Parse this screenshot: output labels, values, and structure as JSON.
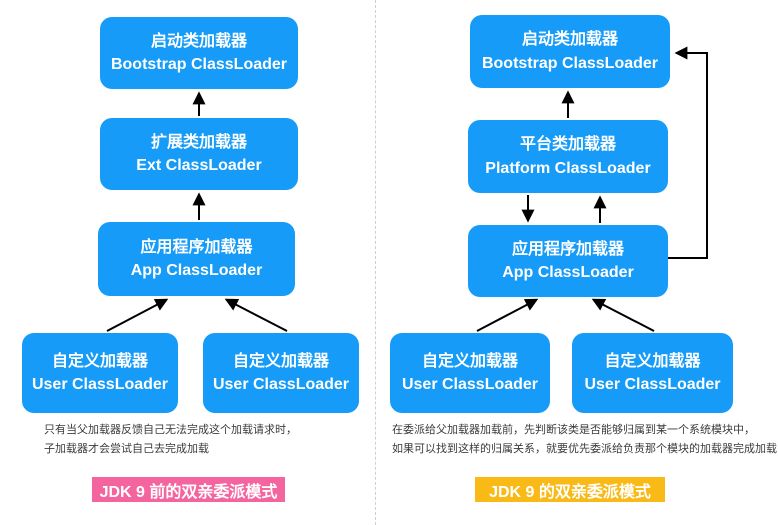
{
  "colors": {
    "box_blue": "#169BF8",
    "box_text": "#FFFFFF",
    "arrow_black": "#000000",
    "caption_gray": "#3B3B3B",
    "label_pink": "#F4649E",
    "label_yellow": "#F9B917",
    "divider_gray": "#CFCFCF"
  },
  "left_diagram": {
    "boxes": [
      {
        "zh": "启动类加载器",
        "en": "Bootstrap ClassLoader"
      },
      {
        "zh": "扩展类加载器",
        "en": "Ext ClassLoader"
      },
      {
        "zh": "应用程序加载器",
        "en": "App ClassLoader"
      },
      {
        "zh": "自定义加载器",
        "en": "User ClassLoader"
      },
      {
        "zh": "自定义加载器",
        "en": "User ClassLoader"
      }
    ],
    "caption": {
      "line1": "只有当父加载器反馈自己无法完成这个加载请求时，",
      "line2": "子加载器才会尝试自己去完成加载"
    },
    "label": "JDK 9 前的双亲委派模式"
  },
  "right_diagram": {
    "boxes": [
      {
        "zh": "启动类加载器",
        "en": "Bootstrap ClassLoader"
      },
      {
        "zh": "平台类加载器",
        "en": "Platform ClassLoader"
      },
      {
        "zh": "应用程序加载器",
        "en": "App ClassLoader"
      },
      {
        "zh": "自定义加载器",
        "en": "User ClassLoader"
      },
      {
        "zh": "自定义加载器",
        "en": "User ClassLoader"
      }
    ],
    "caption": {
      "line1": "在委派给父加载器加载前，先判断该类是否能够归属到某一个系统模块中，",
      "line2": "如果可以找到这样的归属关系，就要优先委派给负责那个模块的加载器完成加载"
    },
    "label": "JDK 9 的双亲委派模式"
  }
}
